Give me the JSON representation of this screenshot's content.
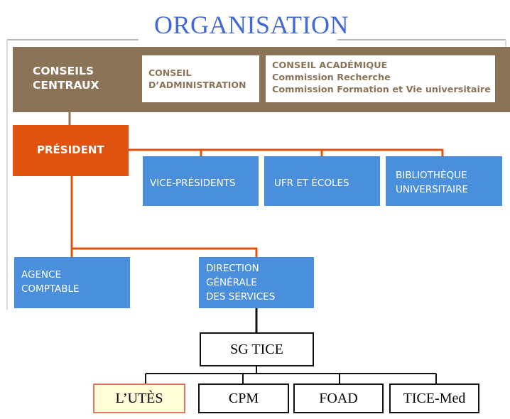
{
  "title": "ORGANISATION",
  "councils": {
    "label_line1": "CONSEILS",
    "label_line2": "CENTRAUX",
    "admin_line1": "CONSEIL",
    "admin_line2": "D’ADMINISTRATION",
    "academic_line1": "CONSEIL ACADÉMIQUE",
    "academic_line2": "Commission Recherche",
    "academic_line3": "Commission Formation et Vie universitaire"
  },
  "president": "PRÉSIDENT",
  "level2": {
    "vp": "VICE-PRÉSIDENTS",
    "ufr": "UFR ET ÉCOLES",
    "bib_line1": "BIBLIOTHÈQUE",
    "bib_line2": "UNIVERSITAIRE"
  },
  "level3": {
    "agence_line1": "AGENCE",
    "agence_line2": "COMPTABLE",
    "dgs_line1": "DIRECTION",
    "dgs_line2": "GÉNÉRALE",
    "dgs_line3": "DES SERVICES"
  },
  "sg_tice": "SG TICE",
  "units": {
    "utes": "L’UTÈS",
    "cpm": "CPM",
    "foad": "FOAD",
    "tice_med": "TICE-Med"
  },
  "colors": {
    "band": "#8b7358",
    "president": "#e0520f",
    "boxes": "#4a8fdb",
    "title": "#4169d8"
  }
}
